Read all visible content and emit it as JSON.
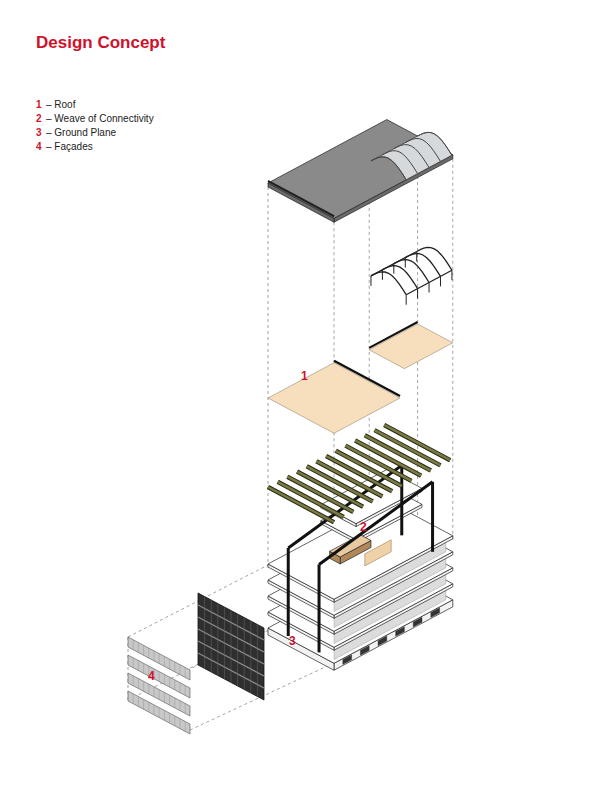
{
  "diagram": {
    "title": "Design Concept",
    "labels": [
      "1",
      "– Roof",
      "2",
      "– Weave of Connectivity",
      "3",
      "– Ground Plane",
      "4",
      "– Façades",
      "1",
      "2",
      "3",
      "4"
    ]
  }
}
